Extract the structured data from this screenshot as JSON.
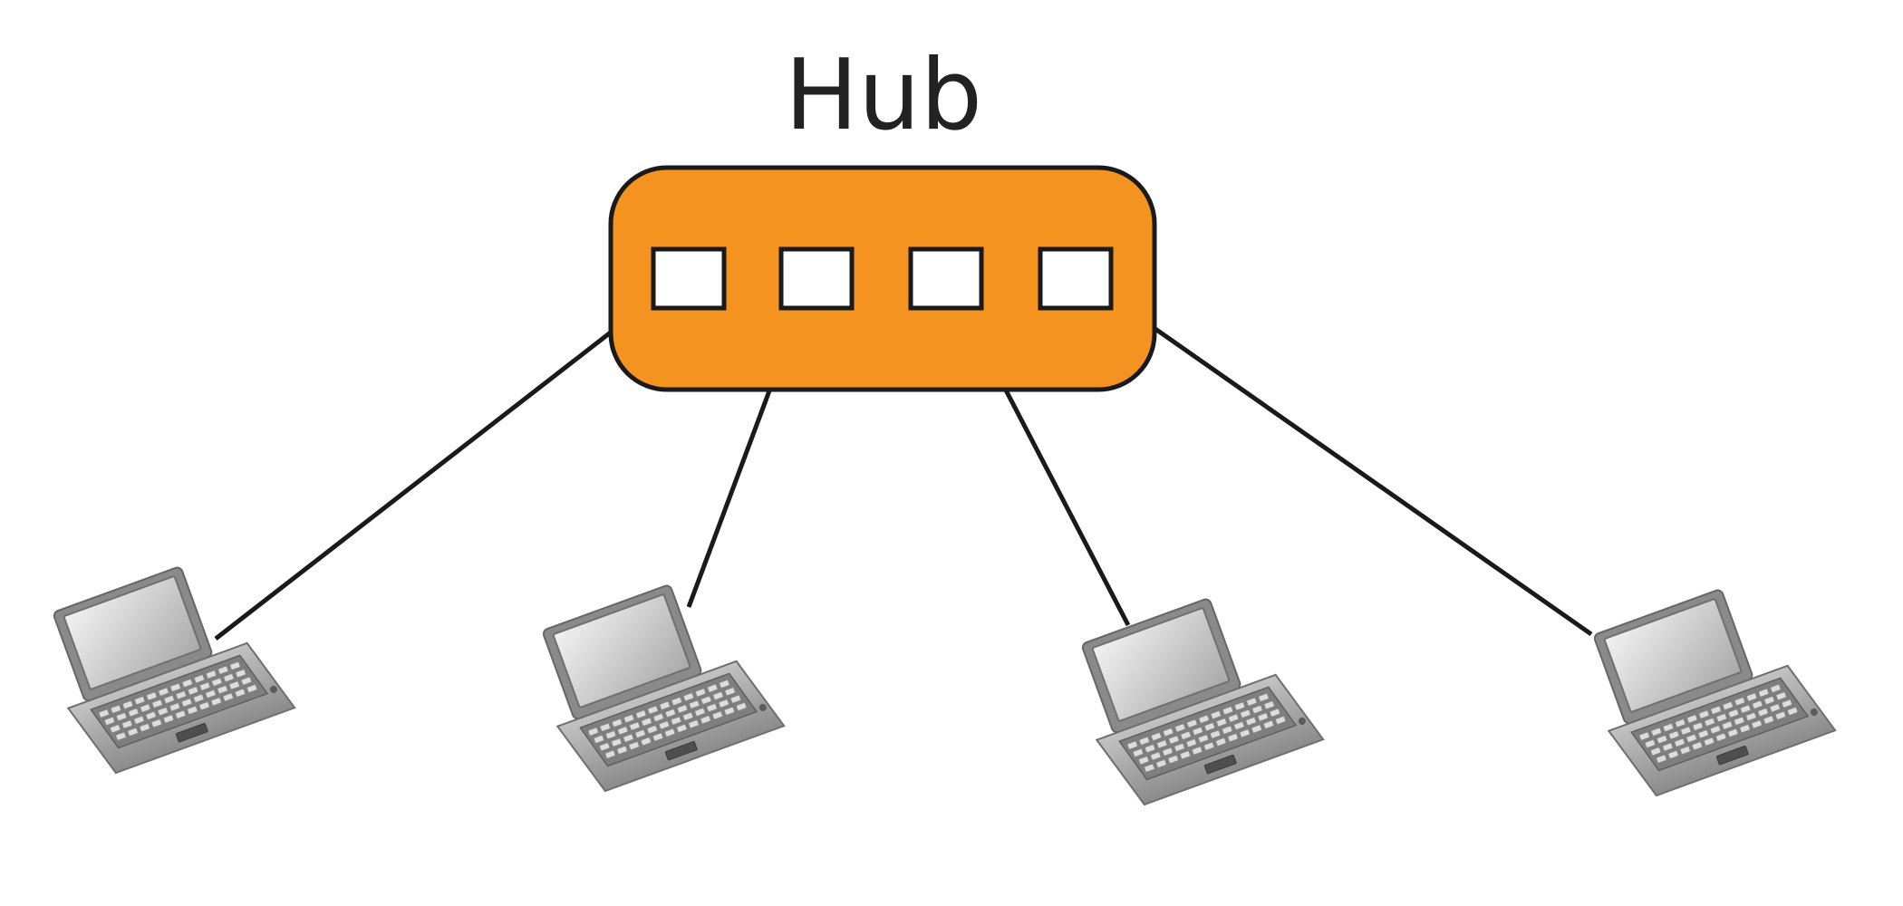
{
  "diagram": {
    "title": "Hub",
    "hub": {
      "name": "hub-device",
      "color": "#f4931f",
      "ports": [
        "port-1",
        "port-2",
        "port-3",
        "port-4"
      ]
    },
    "laptops": [
      {
        "name": "laptop-1",
        "icon": "laptop-icon"
      },
      {
        "name": "laptop-2",
        "icon": "laptop-icon"
      },
      {
        "name": "laptop-3",
        "icon": "laptop-icon"
      },
      {
        "name": "laptop-4",
        "icon": "laptop-icon"
      }
    ],
    "connections": [
      {
        "from": "port-1",
        "to": "laptop-1"
      },
      {
        "from": "port-2",
        "to": "laptop-2"
      },
      {
        "from": "port-3",
        "to": "laptop-3"
      },
      {
        "from": "port-4",
        "to": "laptop-4"
      }
    ],
    "colors": {
      "line": "#1a1a1a",
      "port_fill": "#ffffff",
      "laptop_body": "#a8a8a8",
      "laptop_dark": "#6f6f6f",
      "laptop_screen": "#d2d2d2"
    }
  }
}
